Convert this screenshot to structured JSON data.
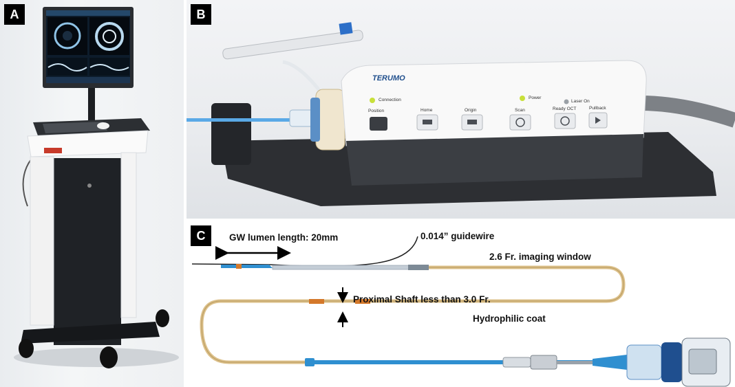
{
  "panels": {
    "a": {
      "label": "A"
    },
    "b": {
      "label": "B",
      "brand": "TERUMO",
      "indicators": {
        "connection": "Connection",
        "power": "Power",
        "laser_on": "Laser On"
      },
      "buttons": {
        "position": "Position",
        "home": "Home",
        "origin": "Origin",
        "scan": "Scan",
        "ready_oct": "Ready OCT",
        "pullback": "Pullback"
      }
    },
    "c": {
      "label": "C",
      "annotations": {
        "gw_lumen": "GW lumen length: 20mm",
        "guidewire": "0.014” guidewire",
        "imaging_window": "2.6 Fr. imaging window",
        "proximal_shaft": "Proximal Shaft less than 3.0 Fr.",
        "hydrophilic": "Hydrophilic coat"
      }
    }
  },
  "colors": {
    "catheter_tan": "#dcc08a",
    "catheter_blue": "#2f8fd0",
    "marker_orange": "#d4782a",
    "indicator_green": "#c8e03a"
  }
}
